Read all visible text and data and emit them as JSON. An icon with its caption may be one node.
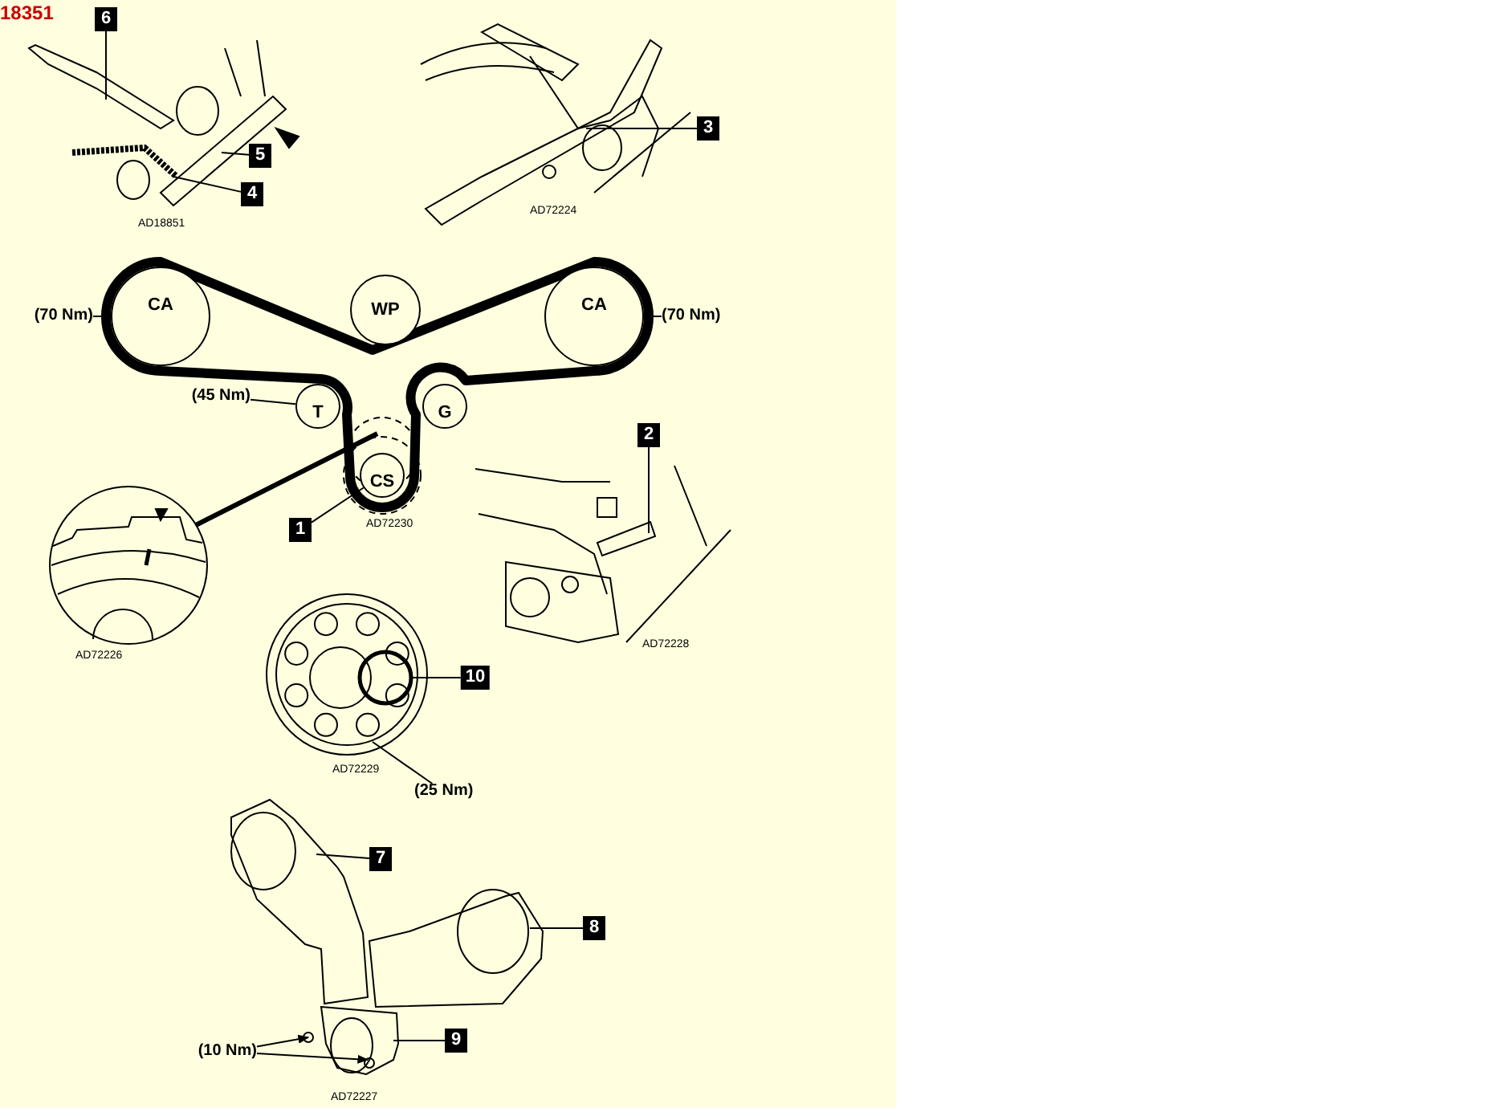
{
  "diagram": {
    "nodes": [
      {
        "text": [
          "(70 Nm)"
        ]
      },
      {
        "text": [
          "CA"
        ]
      },
      {
        "text": [
          "WP"
        ]
      },
      {
        "text": [
          "CA"
        ]
      },
      {
        "text": [
          "(70 Nm)"
        ]
      },
      {
        "text": [
          "(45 Nm)"
        ]
      },
      {
        "text": [
          "T"
        ]
      },
      {
        "text": [
          "G"
        ]
      },
      {
        "text": [
          "CS"
        ]
      },
      {
        "text": [
          "1"
        ]
      },
      {
        "text": [
          "2"
        ]
      },
      {
        "text": [
          "3"
        ]
      },
      {
        "text": [
          "4"
        ]
      },
      {
        "text": [
          "5"
        ]
      },
      {
        "text": [
          "6"
        ]
      },
      {
        "text": [
          "7"
        ]
      },
      {
        "text": [
          "8"
        ]
      },
      {
        "text": [
          "9"
        ]
      },
      {
        "text": [
          "10"
        ]
      },
      {
        "text": [
          "(25 Nm)"
        ]
      },
      {
        "text": [
          "(10 Nm)"
        ]
      }
    ],
    "edges": [
      {
        "from": 0,
        "to": 1,
        "arrow": "none"
      },
      {
        "from": 4,
        "to": 3,
        "arrow": "none"
      },
      {
        "from": 5,
        "to": 6,
        "arrow": "none"
      },
      {
        "from": 9,
        "to": 8,
        "arrow": "none"
      },
      {
        "from": 10,
        "to": null,
        "arrow": "none"
      },
      {
        "from": 11,
        "to": null,
        "arrow": "none"
      },
      {
        "from": 12,
        "to": null,
        "arrow": "none"
      },
      {
        "from": 13,
        "to": null,
        "arrow": "none"
      },
      {
        "from": 14,
        "to": null,
        "arrow": "none"
      },
      {
        "from": 15,
        "to": null,
        "arrow": "none"
      },
      {
        "from": 16,
        "to": null,
        "arrow": "none"
      },
      {
        "from": 17,
        "to": null,
        "arrow": "none"
      },
      {
        "from": 18,
        "to": null,
        "arrow": "none"
      },
      {
        "from": 19,
        "to": null,
        "arrow": "none"
      },
      {
        "from": 20,
        "to": null,
        "arrow": "to"
      },
      {
        "from": 20,
        "to": null,
        "arrow": "to"
      }
    ],
    "labels": [
      "18351",
      "AD18851",
      "AD72224",
      "AD72230",
      "AD72226",
      "AD72228",
      "AD72229",
      "AD72227"
    ]
  }
}
